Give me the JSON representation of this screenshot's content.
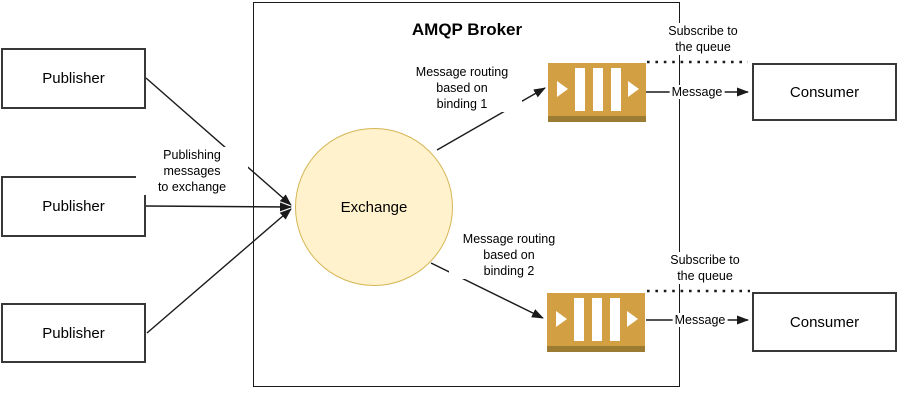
{
  "broker": {
    "title": "AMQP Broker"
  },
  "publishers": [
    {
      "label": "Publisher"
    },
    {
      "label": "Publisher"
    },
    {
      "label": "Publisher"
    }
  ],
  "exchange": {
    "label": "Exchange"
  },
  "consumers": [
    {
      "label": "Consumer"
    },
    {
      "label": "Consumer"
    }
  ],
  "annotations": {
    "publishing": "Publishing\nmessages\nto exchange",
    "routing1": "Message routing\nbased on\nbinding 1",
    "routing2": "Message routing\nbased on\nbinding 2",
    "subscribe1": "Subscribe to\nthe queue",
    "subscribe2": "Subscribe to\nthe queue",
    "message1": "Message",
    "message2": "Message"
  },
  "colors": {
    "exchange_fill": "#FFF2CC",
    "exchange_stroke": "#D6B656",
    "queue_fill": "#D2A042",
    "queue_shadow": "#9C7B33",
    "line": "#1a1a1a"
  }
}
